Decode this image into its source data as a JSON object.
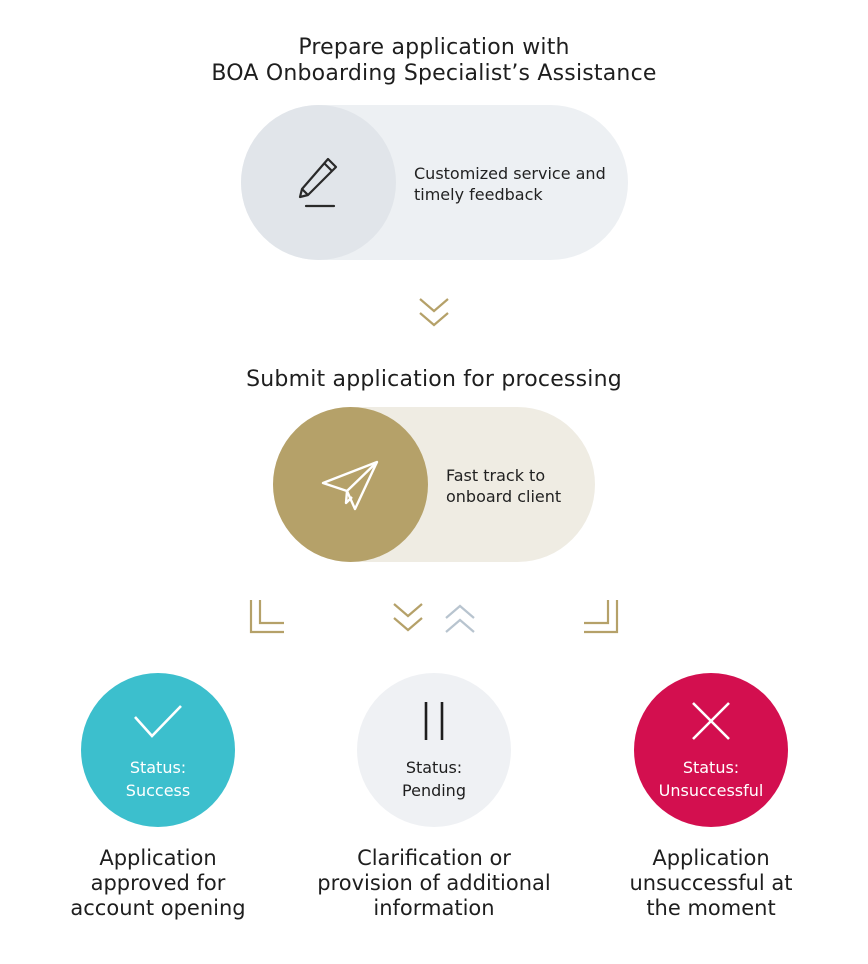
{
  "colors": {
    "gold": "#b5a169",
    "gold_light": "#efece3",
    "gray_light": "#edf0f3",
    "gray_circle": "#e1e5ea",
    "teal": "#3cbfcd",
    "crimson": "#d30f4f",
    "pending_bg": "#eff1f4",
    "up_chevron": "#b8c4cf",
    "text": "#1e1e1e"
  },
  "step1": {
    "title_lines": [
      "Prepare application with",
      "BOA Onboarding Specialist’s Assistance"
    ],
    "description_lines": [
      "Customized service and",
      "timely feedback"
    ],
    "icon": "pen-icon"
  },
  "step2": {
    "title": "Submit application for processing",
    "description_lines": [
      "Fast track to",
      "onboard client"
    ],
    "icon": "paper-plane-icon"
  },
  "outcomes": [
    {
      "icon": "checkmark-icon",
      "status_label": "Status:",
      "status_value": "Success",
      "caption_lines": [
        "Application",
        "approved for",
        "account opening"
      ]
    },
    {
      "icon": "pause-icon",
      "status_label": "Status:",
      "status_value": "Pending",
      "caption_lines": [
        "Clarification or",
        "provision of additional",
        "information"
      ]
    },
    {
      "icon": "close-x-icon",
      "status_label": "Status:",
      "status_value": "Unsuccessful",
      "caption_lines": [
        "Application",
        "unsuccessful at",
        "the moment"
      ]
    }
  ]
}
